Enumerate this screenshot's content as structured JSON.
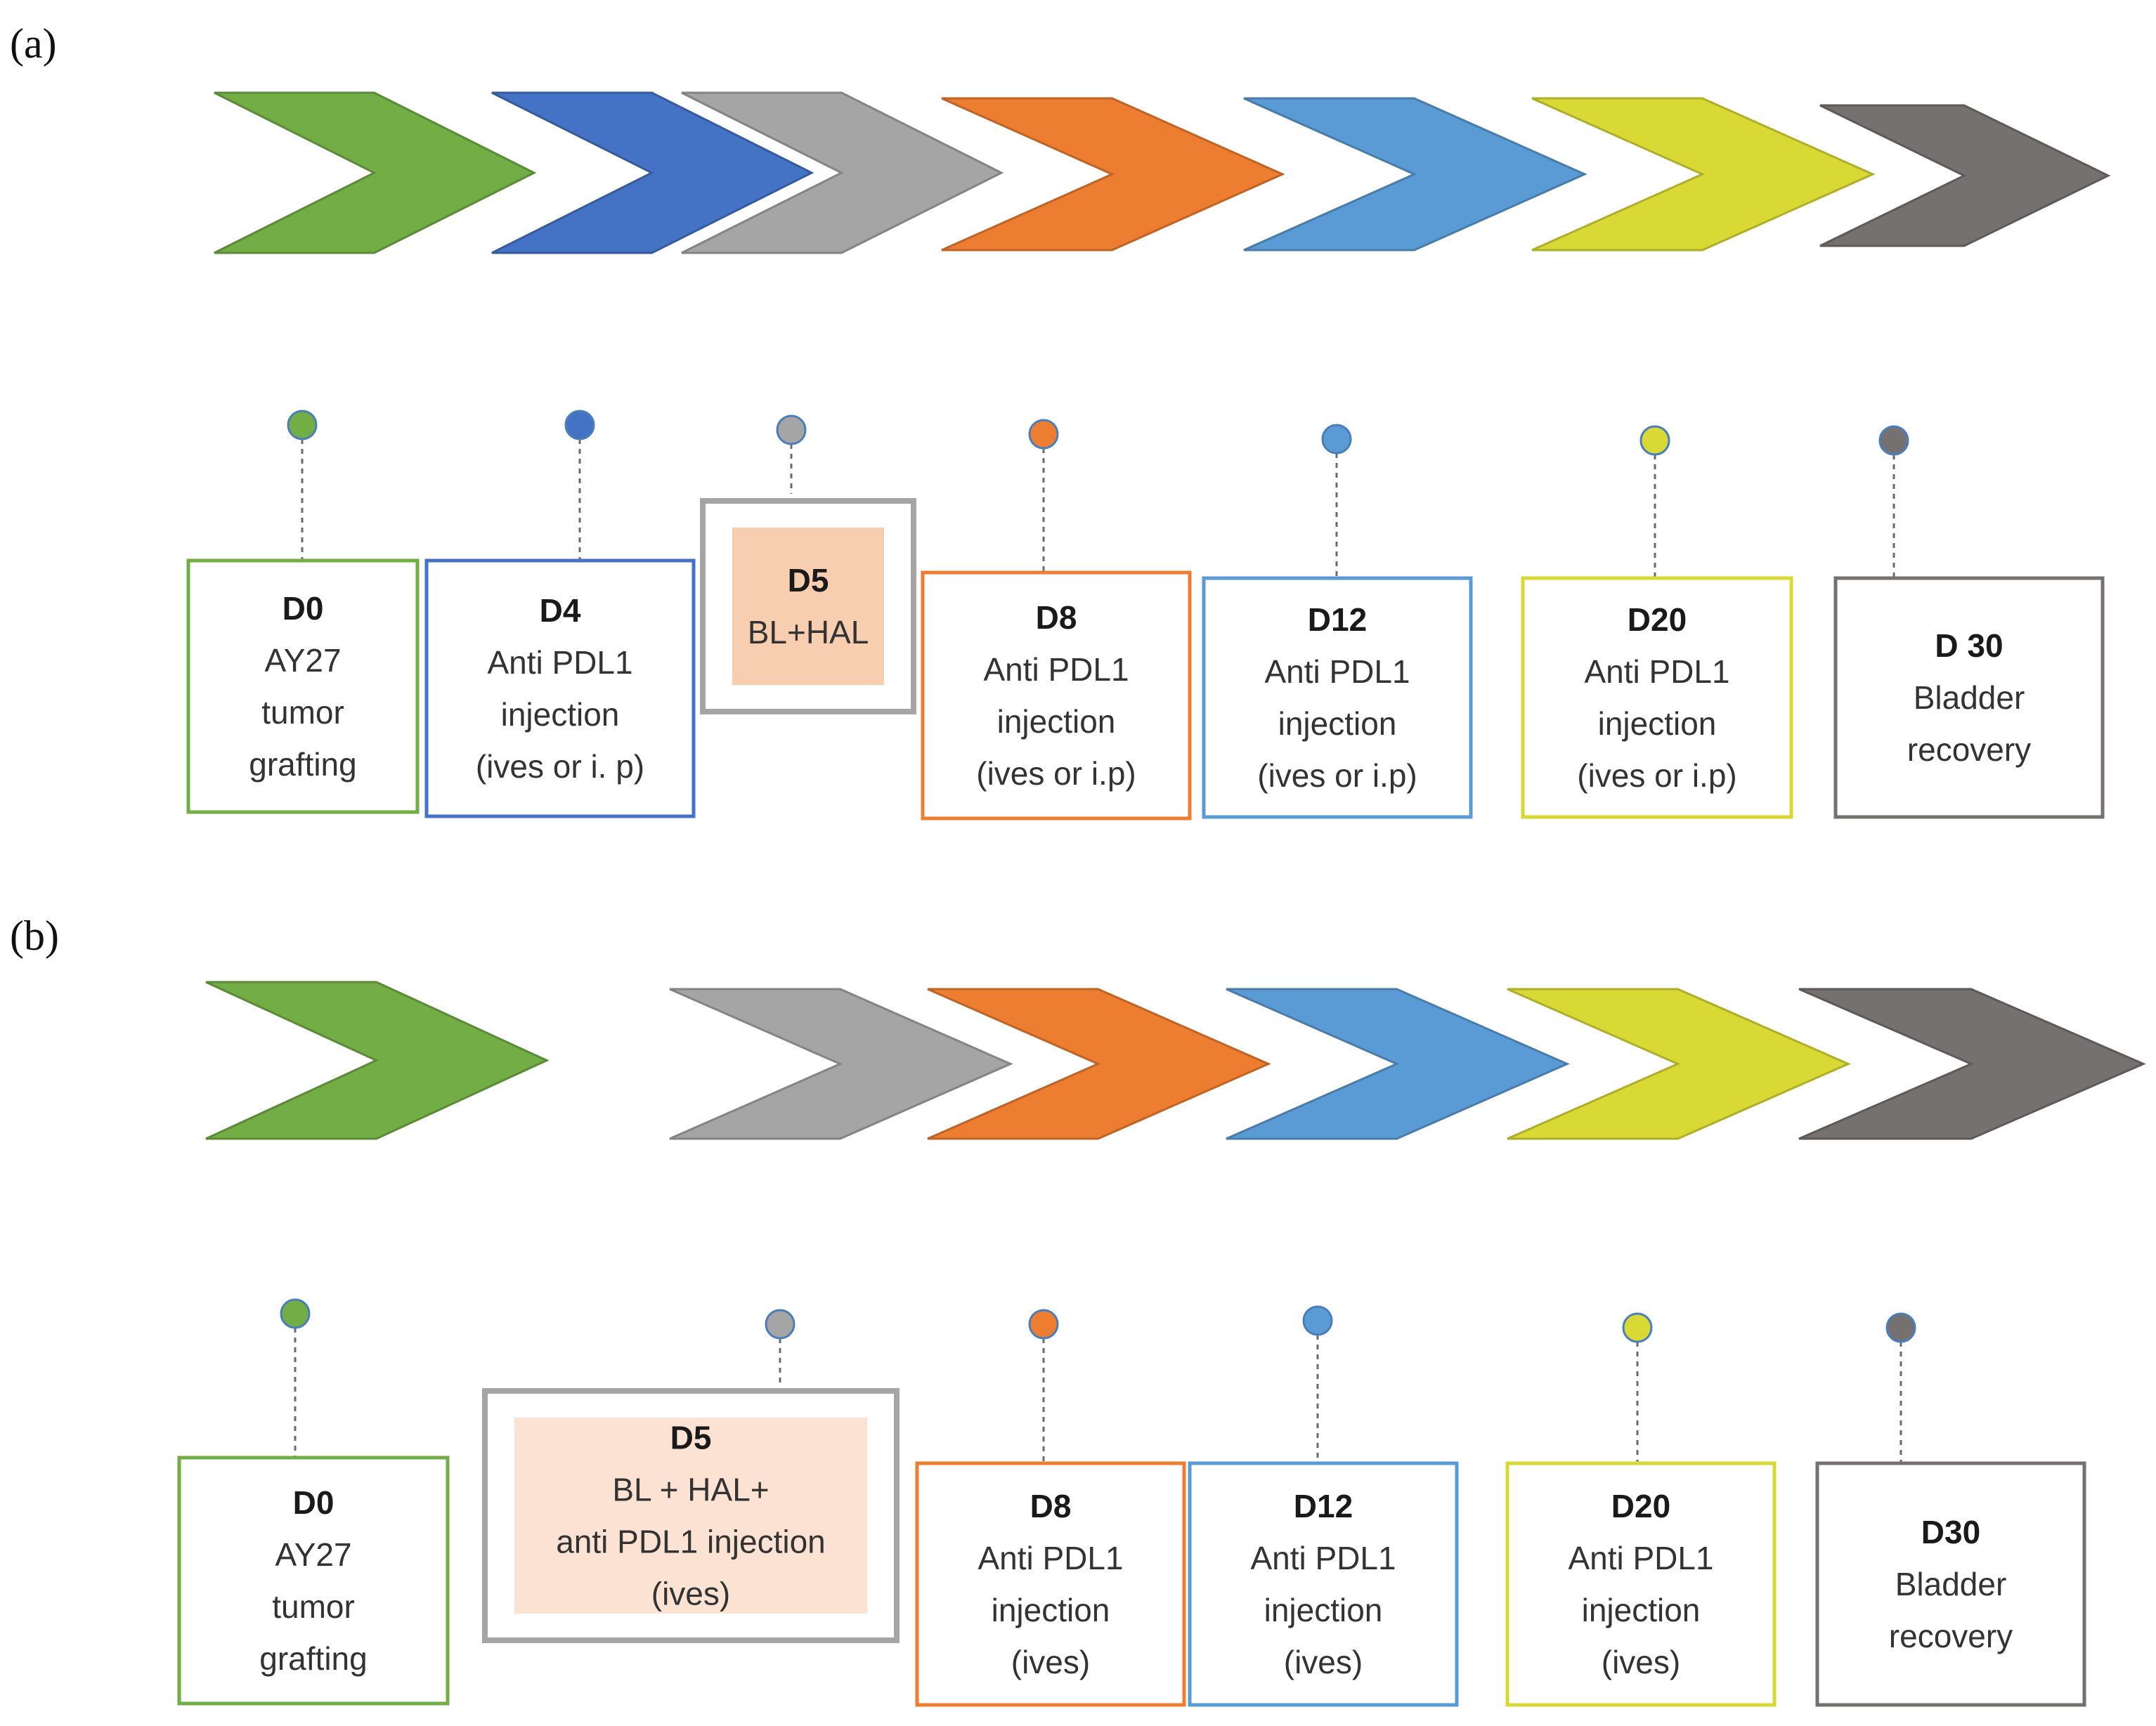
{
  "colors": {
    "green": "#72ad46",
    "blue": "#4472c4",
    "gray": "#a5a5a5",
    "orange": "#ed7d31",
    "lightblue": "#5b9bd5",
    "yellow": "#d9d936",
    "darkgray": "#767171",
    "highlight": "#f8cbad"
  },
  "panels": [
    {
      "label": "(a)",
      "chevrons": [
        {
          "color": "green"
        },
        {
          "color": "blue"
        },
        {
          "color": "gray"
        },
        {
          "color": "orange"
        },
        {
          "color": "lightblue"
        },
        {
          "color": "yellow"
        },
        {
          "color": "darkgray"
        }
      ],
      "events": [
        {
          "color": "green",
          "day": "D0",
          "lines": [
            "AY27",
            "tumor",
            "grafting"
          ]
        },
        {
          "color": "blue",
          "day": "D4",
          "lines": [
            "Anti PDL1",
            "injection",
            "(ives or i. p)"
          ]
        },
        {
          "color": "gray",
          "day": "D5",
          "lines": [
            "BL+HAL"
          ],
          "highlight": true
        },
        {
          "color": "orange",
          "day": "D8",
          "lines": [
            "Anti PDL1",
            "injection",
            "(ives or i.p)"
          ]
        },
        {
          "color": "lightblue",
          "day": "D12",
          "lines": [
            "Anti PDL1",
            "injection",
            "(ives or i.p)"
          ]
        },
        {
          "color": "yellow",
          "day": "D20",
          "lines": [
            "Anti PDL1",
            "injection",
            "(ives or i.p)"
          ]
        },
        {
          "color": "darkgray",
          "day": "D 30",
          "lines": [
            "Bladder",
            "recovery"
          ]
        }
      ]
    },
    {
      "label": "(b)",
      "chevrons": [
        {
          "color": "green"
        },
        {
          "color": "gray"
        },
        {
          "color": "orange"
        },
        {
          "color": "lightblue"
        },
        {
          "color": "yellow"
        },
        {
          "color": "darkgray"
        }
      ],
      "events": [
        {
          "color": "green",
          "day": "D0",
          "lines": [
            "AY27",
            "tumor",
            "grafting"
          ]
        },
        {
          "color": "gray",
          "day": "D5",
          "lines": [
            "BL + HAL+",
            "anti PDL1 injection",
            "(ives)"
          ],
          "highlight": true
        },
        {
          "color": "orange",
          "day": "D8",
          "lines": [
            "Anti PDL1",
            "injection",
            "(ives)"
          ]
        },
        {
          "color": "lightblue",
          "day": "D12",
          "lines": [
            "Anti PDL1",
            "injection",
            "(ives)"
          ]
        },
        {
          "color": "yellow",
          "day": "D20",
          "lines": [
            "Anti PDL1",
            "injection",
            "(ives)"
          ]
        },
        {
          "color": "darkgray",
          "day": "D30",
          "lines": [
            "Bladder",
            "recovery"
          ]
        }
      ]
    }
  ]
}
